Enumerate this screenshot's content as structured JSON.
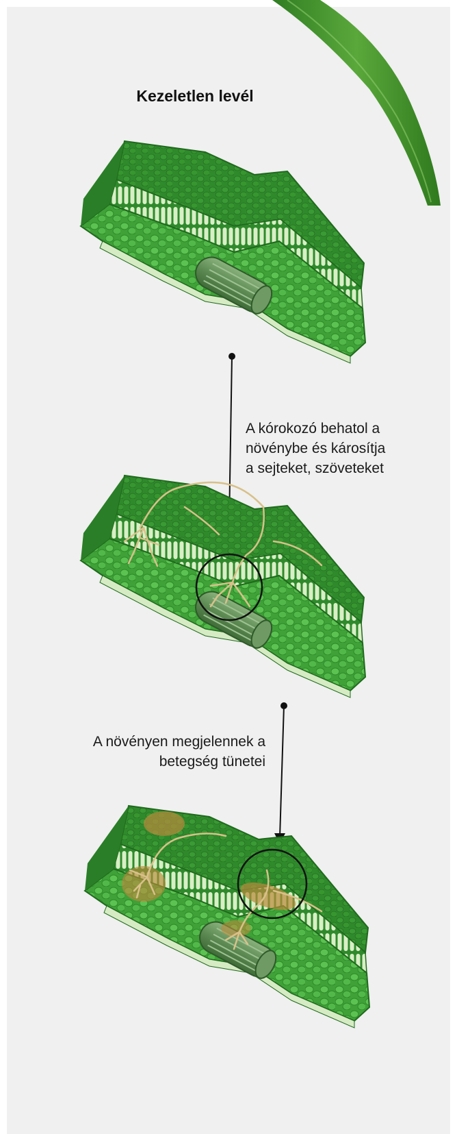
{
  "title": "Kezeletlen levél",
  "annotations": {
    "step1_lines": [
      "A kórokozó behatol a",
      "növénybe és károsítja",
      "a sejteket, szöveteket"
    ],
    "step2_lines": [
      "A növényen megjelennek a",
      "betegség tünetei"
    ]
  },
  "colors": {
    "background": "#eff0ef",
    "leaf_dark": "#2f8a2c",
    "leaf_light": "#56bd4c",
    "fungus": "#d8c08a",
    "lesion": "#b98a3c",
    "annotation": "#111111"
  },
  "icons": [
    "leaf-blade-icon",
    "leaf-cross-section-icon",
    "arrow-down-icon",
    "highlight-circle-icon"
  ]
}
